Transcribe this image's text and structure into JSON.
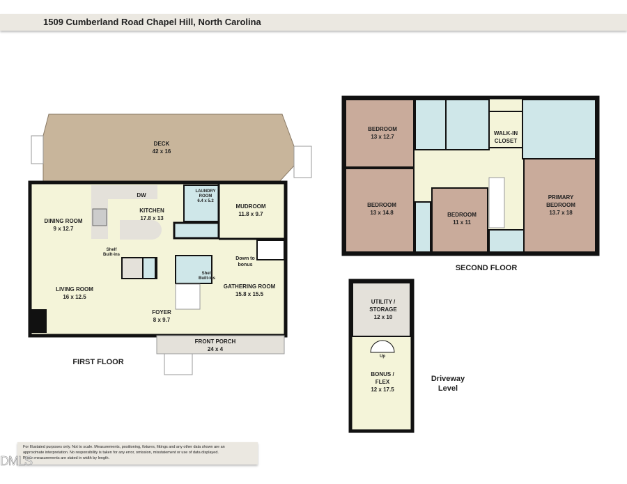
{
  "header": {
    "title": "1509 Cumberland Road  Chapel Hill, North Carolina"
  },
  "colors": {
    "floor": "#f4f4d9",
    "deck": "#c8b59b",
    "bedroom": "#c9ab9b",
    "bath": "#cfe7e9",
    "utility": "#e4e1da",
    "wall": "#111111",
    "header_bg": "#ebe8e1"
  },
  "first_floor": {
    "label": "FIRST FLOOR",
    "rooms": [
      {
        "name": "DECK",
        "size": "42 x 16"
      },
      {
        "name": "DINING ROOM",
        "size": "9 x 12.7"
      },
      {
        "name": "KITCHEN",
        "size": "17.8 x 13"
      },
      {
        "name": "LAUNDRY ROOM",
        "size": "6.4 x 5.2"
      },
      {
        "name": "MUDROOM",
        "size": "11.8 x 9.7"
      },
      {
        "name": "LIVING ROOM",
        "size": "16 x 12.5"
      },
      {
        "name": "GATHERING ROOM",
        "size": "15.8 x 15.5"
      },
      {
        "name": "FOYER",
        "size": "8 x 9.7"
      },
      {
        "name": "FRONT PORCH",
        "size": "24 x 4"
      }
    ],
    "notes": {
      "dw": "DW",
      "shelf1": "Shelf Built-ins",
      "shelf2": "Shelf Built-ins",
      "down": "Down to bonus"
    }
  },
  "second_floor": {
    "label": "SECOND FLOOR",
    "rooms": [
      {
        "name": "BEDROOM",
        "size": "13 x 12.7"
      },
      {
        "name": "BEDROOM",
        "size": "13 x 14.8"
      },
      {
        "name": "BEDROOM",
        "size": "11 x 11"
      },
      {
        "name": "WALK-IN CLOSET",
        "size": ""
      },
      {
        "name": "PRIMARY BEDROOM",
        "size": "13.7 x 18"
      }
    ]
  },
  "driveway_level": {
    "label": "Driveway Level",
    "rooms": [
      {
        "name": "UTILITY / STORAGE",
        "size": "12 x 10"
      },
      {
        "name": "BONUS / FLEX",
        "size": "12 x 17.5"
      }
    ],
    "up": "Up"
  },
  "disclaimer": [
    "For Illustated purposes only. Not to scale. Measurements, positioning, fixtures, fittings and any other data shown are an",
    "approximate interpretation. No responsibility is taken for any error, omission, misstatement or use of data displayed.",
    "Room measurements are stated in width by length."
  ],
  "watermark": "DMLS"
}
